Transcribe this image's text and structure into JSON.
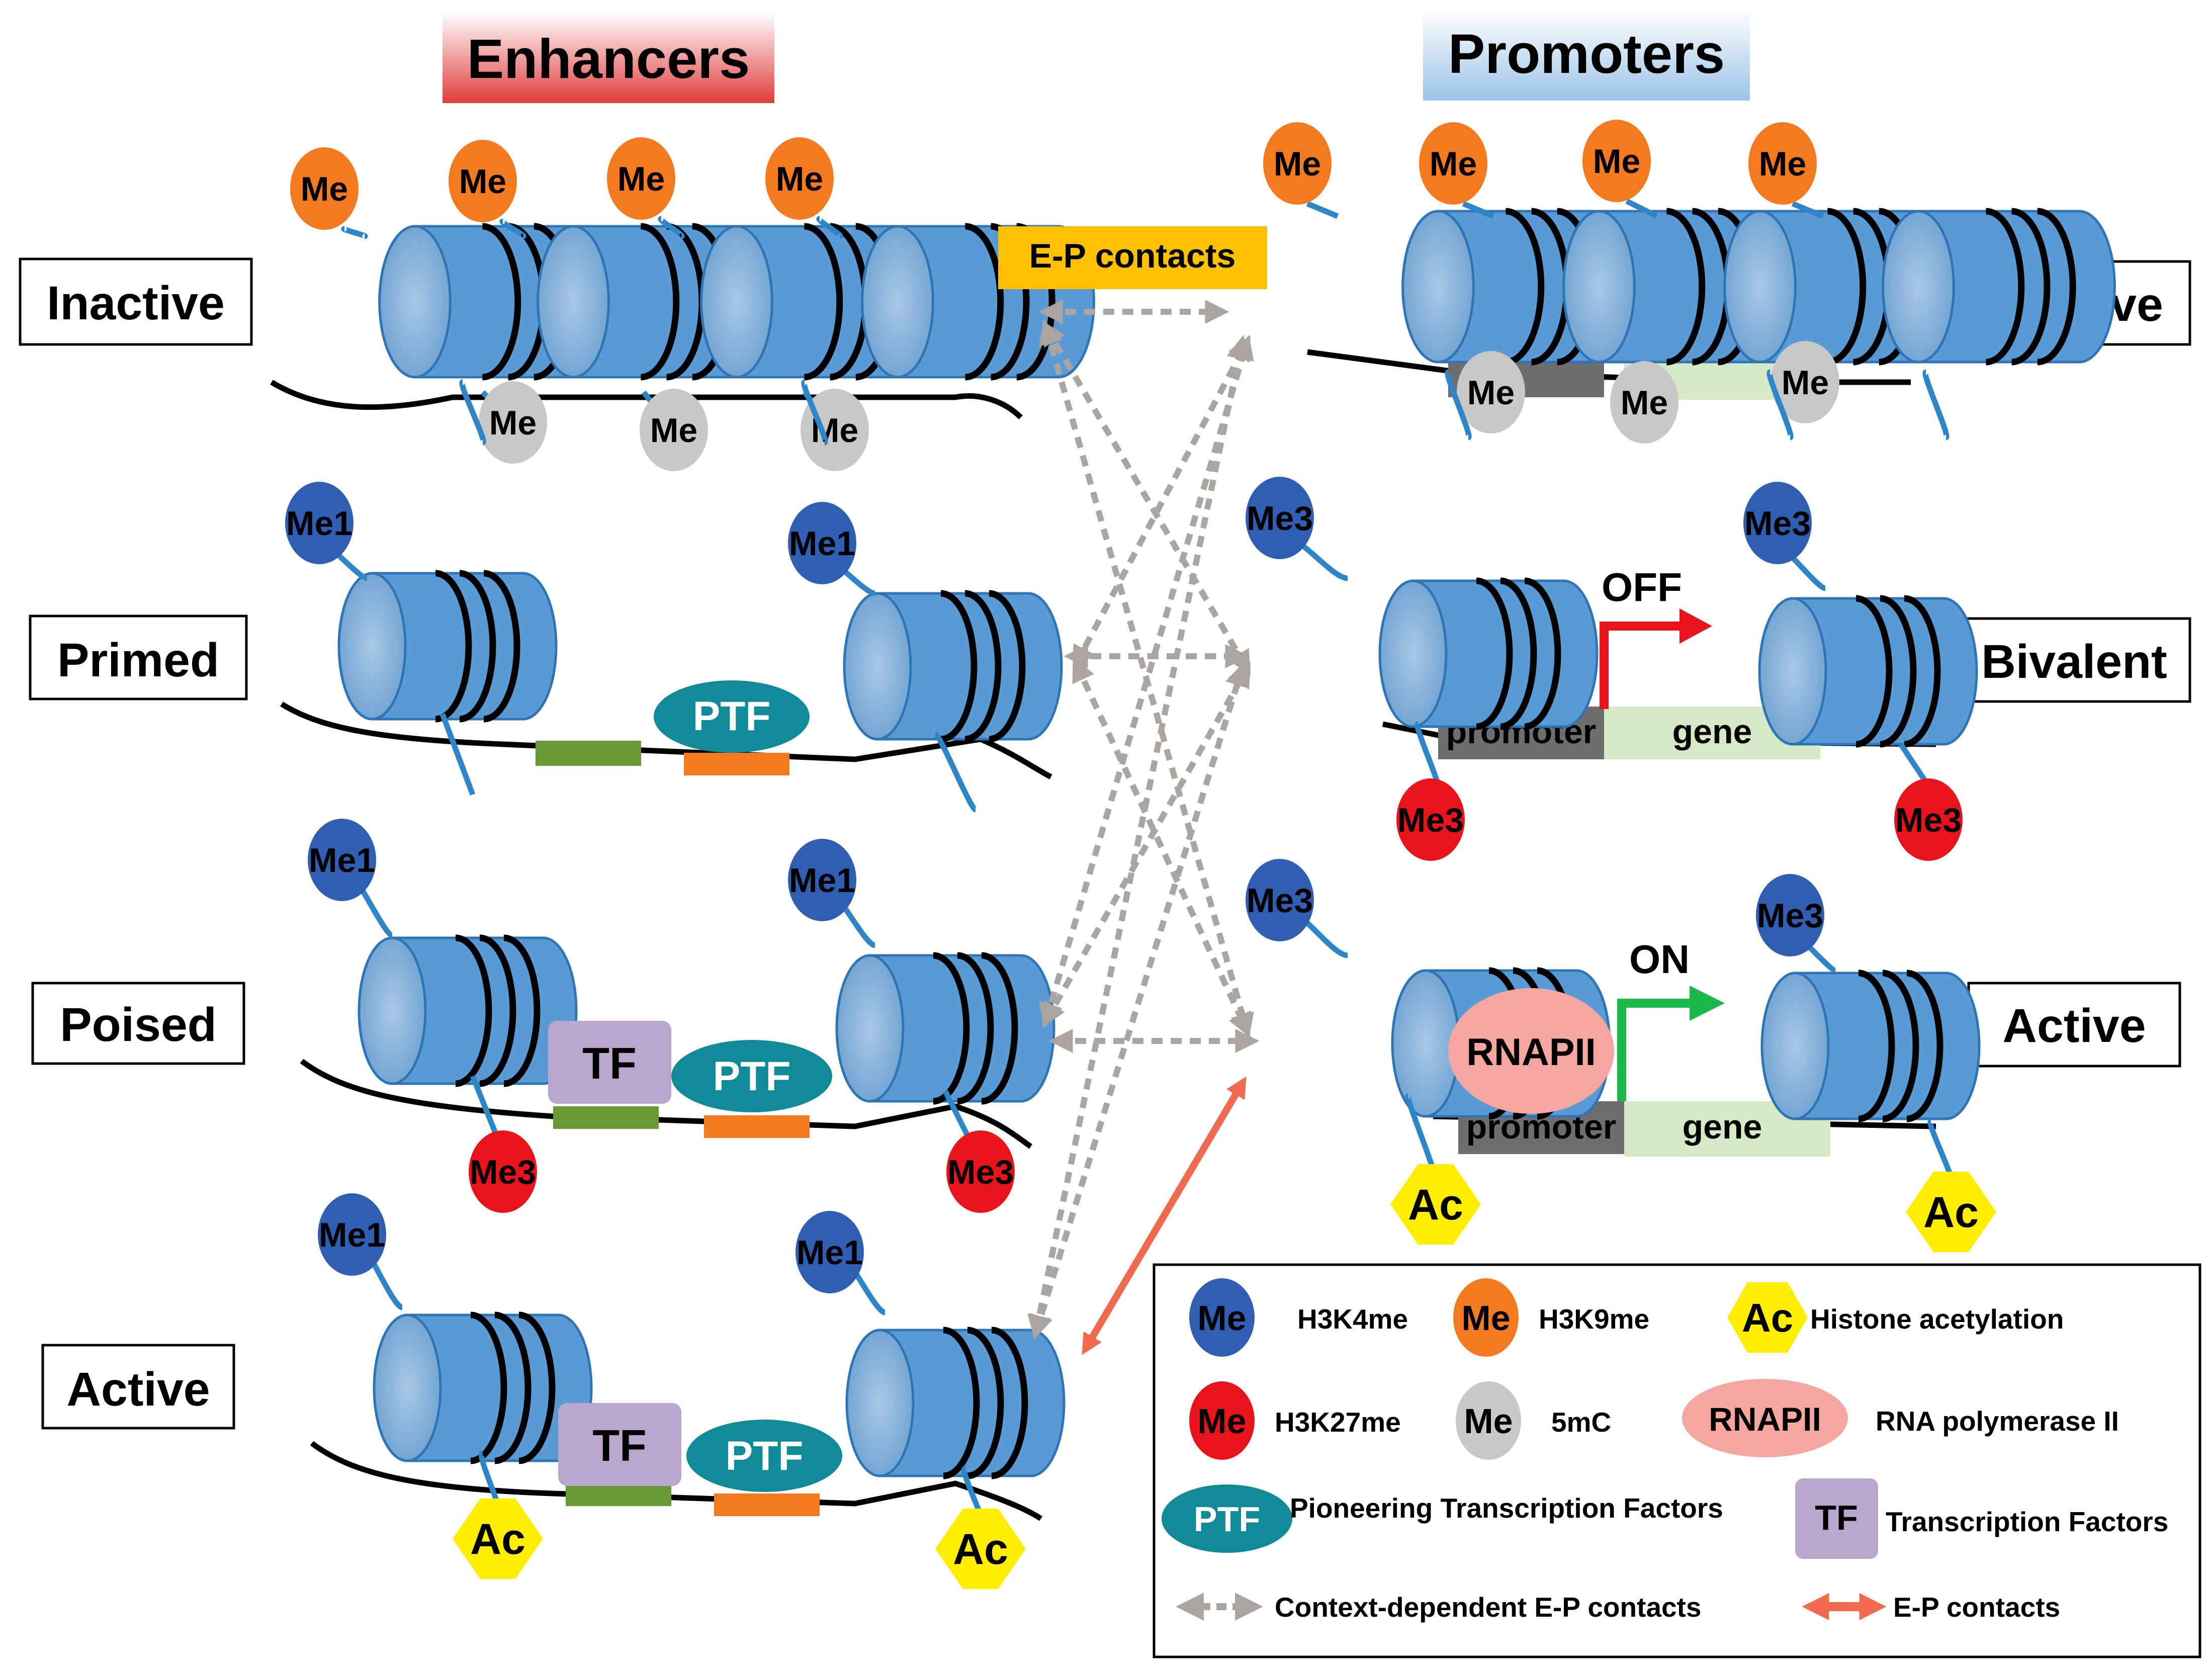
{
  "headers": {
    "enhancers": "Enhancers",
    "promoters": "Promoters"
  },
  "states": {
    "enhancer": [
      "Inactive",
      "Primed",
      "Poised",
      "Active"
    ],
    "promoter": [
      "Inactive",
      "Bivalent",
      "Active"
    ]
  },
  "marks": {
    "me": "Me",
    "me1": "Me1",
    "me3": "Me3",
    "ac": "Ac",
    "ptf": "PTF",
    "tf": "TF",
    "rnapii": "RNAPII",
    "promoter": "promoter",
    "gene": "gene",
    "off": "OFF",
    "on": "ON"
  },
  "ep_contacts_label": "E-P contacts",
  "legend": {
    "h3k4me": "H3K4me",
    "h3k9me": "H3K9me",
    "acetylation": "Histone acetylation",
    "h3k27me": "H3K27me",
    "fivemc": "5mC",
    "rnapii": "RNA polymerase II",
    "ptf": "Pioneering Transcription Factors",
    "tf": "Transcription Factors",
    "context_contacts": "Context-dependent E-P contacts",
    "ep_contacts": "E-P contacts"
  },
  "colors": {
    "nucleosome": "#5b9bd5",
    "h3k4me": "#2f5eb3",
    "h3k9me": "#f47a20",
    "h3k27me": "#e8141b",
    "fivemc": "#c8c8c8",
    "acetylation": "#ffee00",
    "ptf": "#0f8a96",
    "tf": "#b9a6cc",
    "rnapii": "#f4a6a0",
    "enhancer_green": "#6a9a35",
    "enhancer_orange": "#f47a20",
    "promoter_gray": "#6e6e6e",
    "gene_green": "#d6e9c7",
    "off_arrow": "#e8141b",
    "on_arrow": "#1db84c",
    "ep_label_bg": "#ffc000",
    "context_arrow": "#aaa5a1",
    "ep_arrow": "#f06a4f"
  }
}
